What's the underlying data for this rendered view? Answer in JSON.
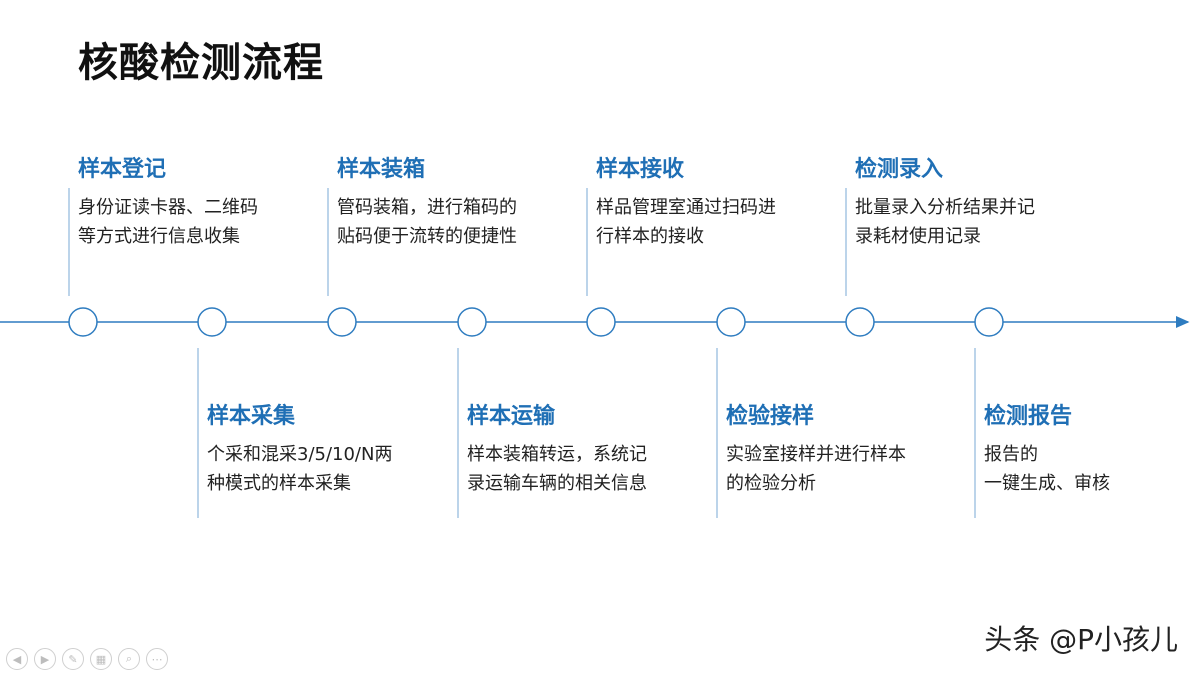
{
  "title": "核酸检测流程",
  "accent_color": "#1f6fb5",
  "line_color": "#2e7cc0",
  "steps": [
    {
      "title": "样本登记",
      "lines": [
        "身份证读卡器、二维码",
        "等方式进行信息收集"
      ],
      "position": "top"
    },
    {
      "title": "样本采集",
      "lines": [
        "个采和混采3/5/10/N两",
        "种模式的样本采集"
      ],
      "position": "bottom"
    },
    {
      "title": "样本装箱",
      "lines": [
        "管码装箱，进行箱码的",
        "贴码便于流转的便捷性"
      ],
      "position": "top"
    },
    {
      "title": "样本运输",
      "lines": [
        "样本装箱转运，系统记",
        "录运输车辆的相关信息"
      ],
      "position": "bottom"
    },
    {
      "title": "样本接收",
      "lines": [
        "样品管理室通过扫码进",
        "行样本的接收"
      ],
      "position": "top"
    },
    {
      "title": "检验接样",
      "lines": [
        "实验室接样并进行样本",
        "的检验分析"
      ],
      "position": "bottom"
    },
    {
      "title": "检测录入",
      "lines": [
        "批量录入分析结果并记",
        "录耗材使用记录"
      ],
      "position": "top"
    },
    {
      "title": "检测报告",
      "lines": [
        "报告的",
        "一键生成、审核"
      ],
      "position": "bottom"
    }
  ],
  "watermark": "头条 @P小孩儿",
  "controls": [
    "prev-icon",
    "next-icon",
    "pen-icon",
    "slides-icon",
    "zoom-icon",
    "more-icon"
  ]
}
